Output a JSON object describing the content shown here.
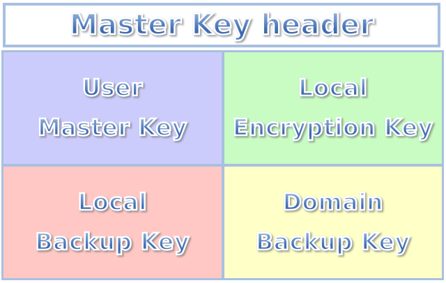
{
  "diagram": {
    "type": "block-diagram",
    "title": "Master Key header",
    "header": {
      "label": "Master Key header"
    },
    "palette": {
      "border": "#a8c0e0",
      "header_background": "#ffffff",
      "text_gradient_light": "#b9cbe8",
      "text_gradient_dark": "#3a68ae",
      "text_outline": "#ffffff",
      "quadrant_top_left": "#ccccfc",
      "quadrant_top_right": "#c8fcc2",
      "quadrant_bottom_left": "#ffc8c4",
      "quadrant_bottom_right": "#ffffc8"
    },
    "cells": [
      {
        "id": "user-master-key",
        "line1": "User",
        "line2": "Master Key",
        "background": "#ccccfc",
        "position": "top-left"
      },
      {
        "id": "local-encryption-key",
        "line1": "Local",
        "line2": "Encryption Key",
        "background": "#c8fcc2",
        "position": "top-right"
      },
      {
        "id": "local-backup-key",
        "line1": "Local",
        "line2": "Backup Key",
        "background": "#ffc8c4",
        "position": "bottom-left"
      },
      {
        "id": "domain-backup-key",
        "line1": "Domain",
        "line2": "Backup Key",
        "background": "#ffffc8",
        "position": "bottom-right"
      }
    ]
  }
}
